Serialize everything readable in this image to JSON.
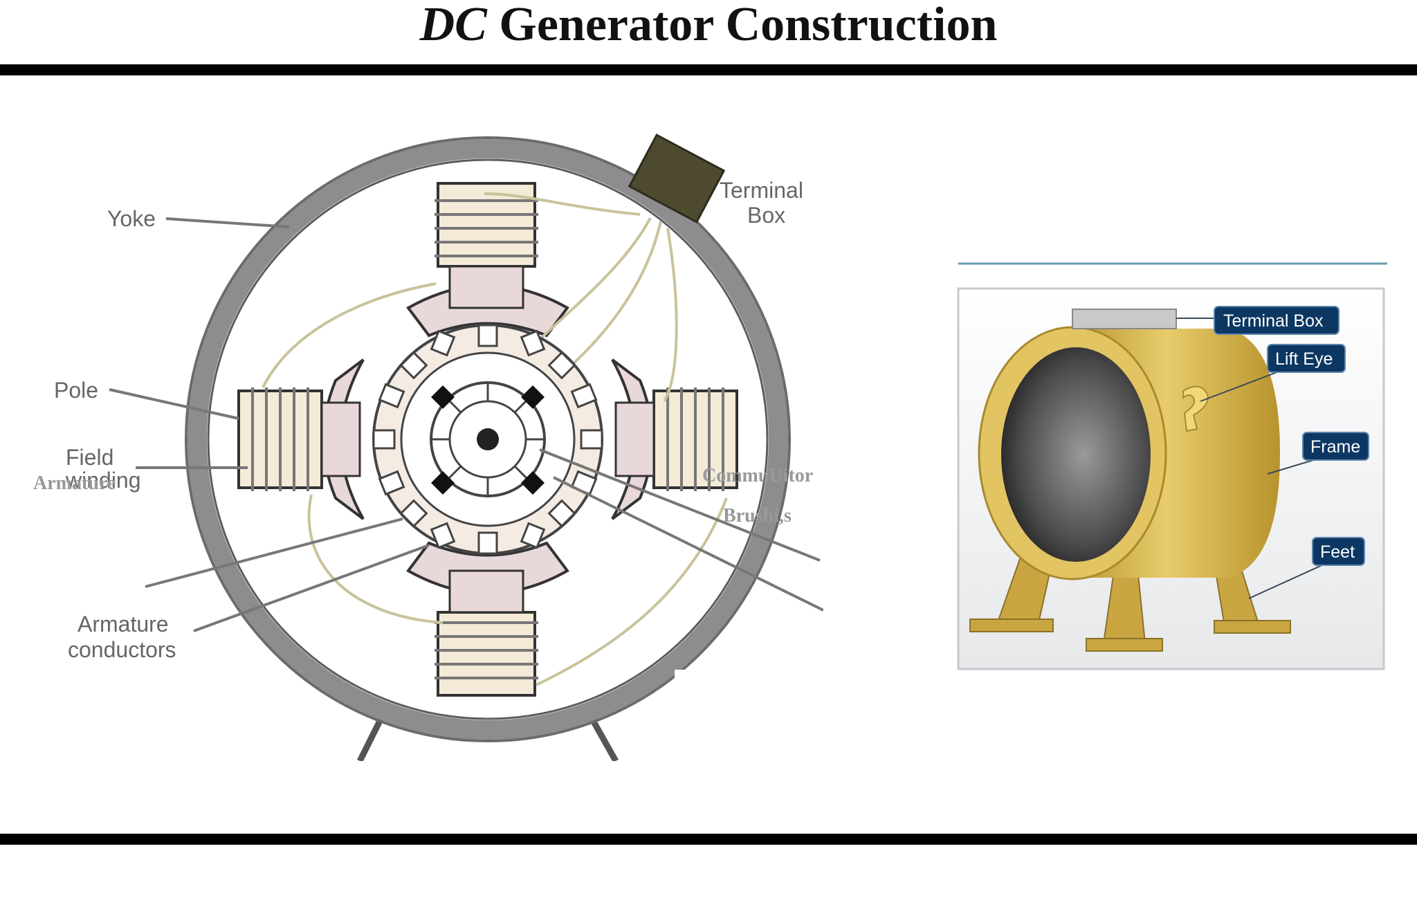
{
  "title": {
    "italic": "DC",
    "rest": " Generator Construction"
  },
  "diagram": {
    "labels": {
      "yoke": "Yoke",
      "terminal_box_line1": "Terminal",
      "terminal_box_line2": "Box",
      "pole": "Pole",
      "field_winding_line1": "Field",
      "field_winding_line2": "winding",
      "armature_overlay": "Armature",
      "armature_conductors_line1": "Armature",
      "armature_conductors_line2": "conductors",
      "commutator": "CommuUitor",
      "brushes": "Brushi,s"
    }
  },
  "photo": {
    "tags": {
      "terminal_box": "Terminal Box",
      "lift_eye": "Lift Eye",
      "frame": "Frame",
      "feet": "Feet"
    }
  },
  "colors": {
    "yoke_ring": "#8f8c90",
    "pole_fill": "#e9d8da",
    "winding": "#c9c39a",
    "tag_bg": "#0d3763",
    "frame_gold": "#d9b84e"
  }
}
